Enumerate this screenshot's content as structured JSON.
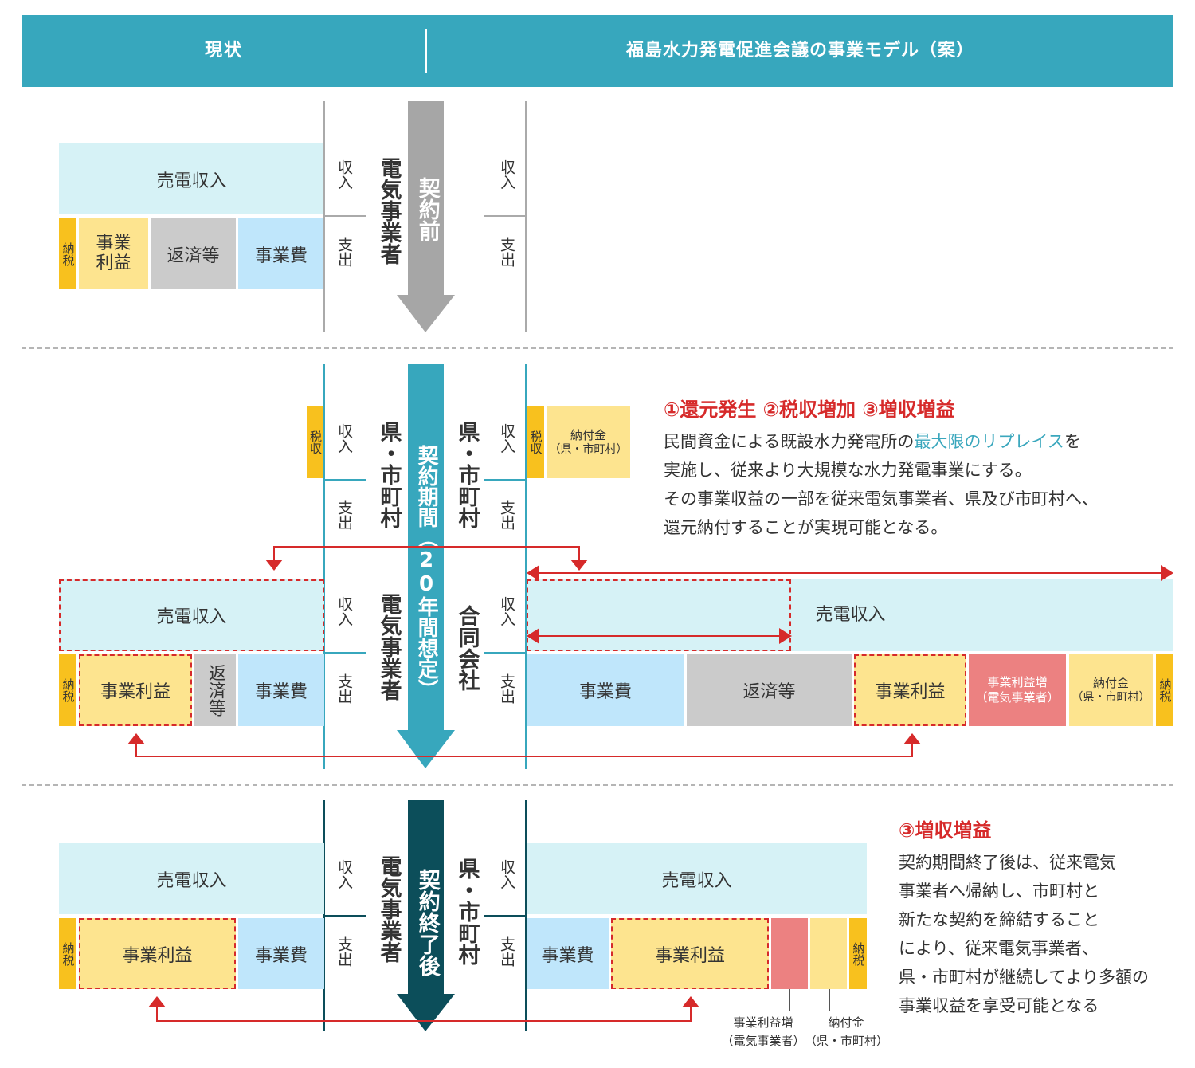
{
  "header": {
    "left_title": "現状",
    "right_title": "福島水力発電促進会議の事業モデル（案）",
    "color": "#37a7bd"
  },
  "labels": {
    "income": "収入",
    "expense": "支出",
    "sales": "売電収入",
    "tax": "納税",
    "tax_revenue": "税収",
    "profit": "事業利益",
    "repayment": "返済等",
    "cost": "事業費",
    "profit_increase": "事業利益増",
    "profit_increase_sub": "（電気事業者）",
    "payment": "納付金",
    "payment_sub": "（県・市町村）"
  },
  "entities": {
    "electric": "電気事業者",
    "prefecture": "県・市町村",
    "joint": "合同会社"
  },
  "phases": {
    "before": "契約前",
    "during": "契約期間（20年間想定）",
    "after": "契約終了後"
  },
  "colors": {
    "phase_before": "#a6a6a6",
    "phase_during": "#37a7bd",
    "phase_after": "#0c4e5a",
    "accent_red": "#d62a2a",
    "highlight_blue": "#3aa7bd"
  },
  "section2_text": {
    "heading": "①還元発生 ②税収増加 ③増収増益",
    "line1_pre": "民間資金による既設水力発電所の",
    "line1_highlight": "最大限のリプレイス",
    "line1_post": "を",
    "line2": "実施し、従来より大規模な水力発電事業にする。",
    "line3": "その事業収益の一部を従来電気事業者、県及び市町村へ、",
    "line4": "還元納付することが実現可能となる。"
  },
  "section3_text": {
    "heading": "③増収増益",
    "lines": [
      "契約期間終了後は、従来電気",
      "事業者へ帰納し、市町村と",
      "新たな契約を締結すること",
      "により、従来電気事業者、",
      "県・市町村が継続してより多額の",
      "事業収益を享受可能となる"
    ]
  },
  "section3_callouts": {
    "profit_increase": "事業利益増",
    "profit_increase_sub": "（電気事業者）",
    "payment": "納付金",
    "payment_sub": "（県・市町村）"
  }
}
